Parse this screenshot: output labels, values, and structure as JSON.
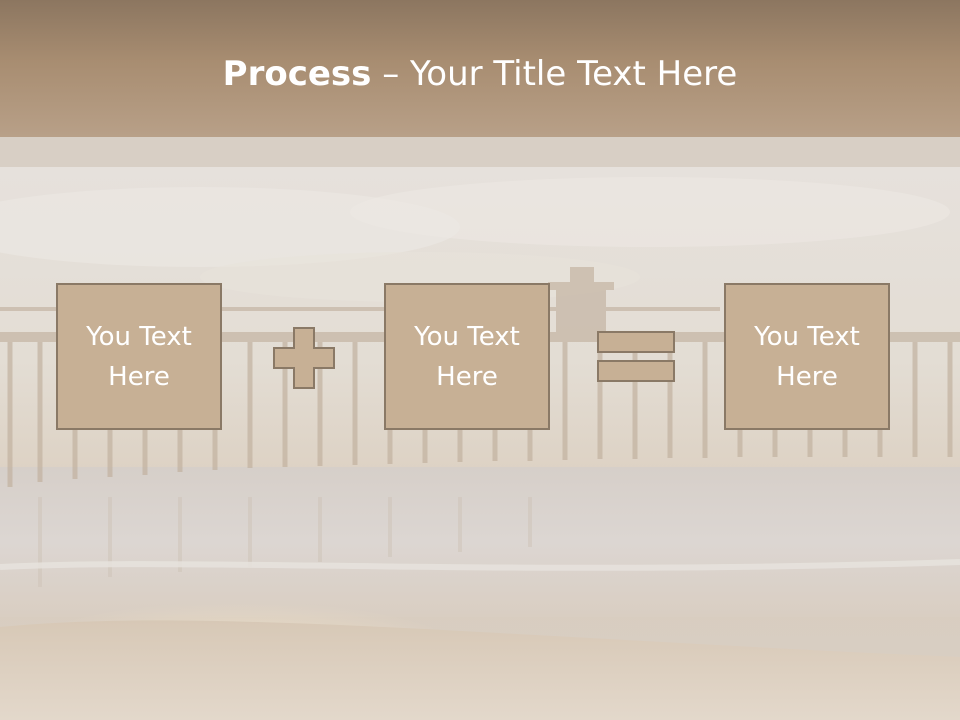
{
  "title": {
    "bold": "Process",
    "separator": " – ",
    "rest": "Your Title Text Here"
  },
  "boxes": [
    {
      "line1": "You Text",
      "line2": "Here"
    },
    {
      "line1": "You Text",
      "line2": "Here"
    },
    {
      "line1": "You Text",
      "line2": "Here"
    }
  ],
  "operators": [
    "plus-icon",
    "equals-icon"
  ],
  "colors": {
    "title_band": "#a88d71",
    "box_fill": "#c7b095",
    "box_border": "#8a7966"
  }
}
